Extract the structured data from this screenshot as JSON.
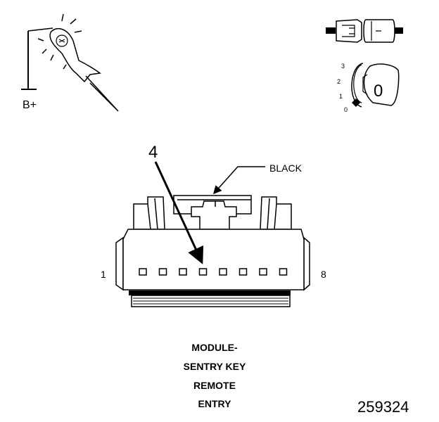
{
  "test_light": {
    "supply_label": "B+"
  },
  "ignition_key": {
    "positions": [
      "3",
      "2",
      "1",
      "0"
    ],
    "key_label": "0"
  },
  "connector": {
    "pin_callout": "4",
    "wire_color": "BLACK",
    "first_pin": "1",
    "last_pin": "8",
    "pin_count": 8,
    "probed_pin": 4
  },
  "caption": {
    "lines": [
      "MODULE-",
      "SENTRY KEY",
      "REMOTE",
      "ENTRY"
    ]
  },
  "figure_id": "259324"
}
